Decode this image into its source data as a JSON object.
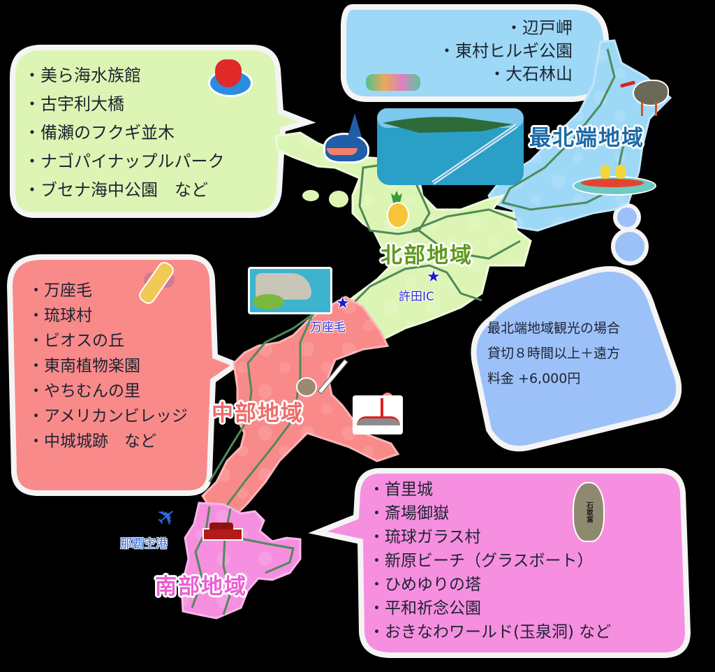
{
  "colors": {
    "background": "#000000",
    "north_green": "#ddf5b4",
    "far_north_blue": "#9ed8f7",
    "central_red": "#f98a8a",
    "south_pink": "#f68fe0",
    "note_blue": "#9cc1f9",
    "road_green": "#4f8a5a",
    "bubble_outline": "#f4f4f4",
    "text_dark": "#1d2330",
    "place_label_blue": "#2a2ad8"
  },
  "regions": {
    "far_north": {
      "label": "最北端地域",
      "label_color": "#1c6aa8",
      "attractions": [
        "・辺戸岬",
        "・東村ヒルギ公園",
        "・大石林山"
      ]
    },
    "north": {
      "label": "北部地域",
      "label_color": "#5f9a1e",
      "attractions": [
        "・美ら海水族館",
        "・古宇利大橋",
        "・備瀬のフクギ並木",
        "・ナゴパイナップルパーク",
        "・ブセナ海中公園　など"
      ]
    },
    "central": {
      "label": "中部地域",
      "label_color": "#f06a6a",
      "attractions": [
        "・万座毛",
        "・琉球村",
        "・ビオスの丘",
        "・東南植物楽園",
        "・やちむんの里",
        "・アメリカンビレッジ",
        "・中城城跡　など"
      ]
    },
    "south": {
      "label": "南部地域",
      "label_color": "#ec5fd0",
      "attractions": [
        "・首里城",
        "・斎場御嶽",
        "・琉球ガラス村",
        "・新原ビーチ（グラスボート）",
        "・ひめゆりの塔",
        "・平和祈念公園",
        "・おきなわワールド(玉泉洞) など"
      ]
    }
  },
  "note": {
    "lines": [
      "最北端地域観光の場合",
      "貸切８時間以上＋遠方",
      "料金 +6,000円"
    ]
  },
  "places": {
    "kyoda_ic": "許田IC",
    "manzamo": "万座毛",
    "naha_airport": "那覇空港"
  },
  "icons": [
    "whale-shark-icon",
    "pineapple-icon",
    "bridge-photo",
    "okinawa-rail-bird-icon",
    "kayak-icon",
    "coral-icon",
    "flower-icon",
    "pastry-icon",
    "sanshin-icon",
    "bridge-icon",
    "shuri-castle-icon",
    "ishigantou-stone-icon",
    "airplane-icon",
    "star-icon"
  ]
}
